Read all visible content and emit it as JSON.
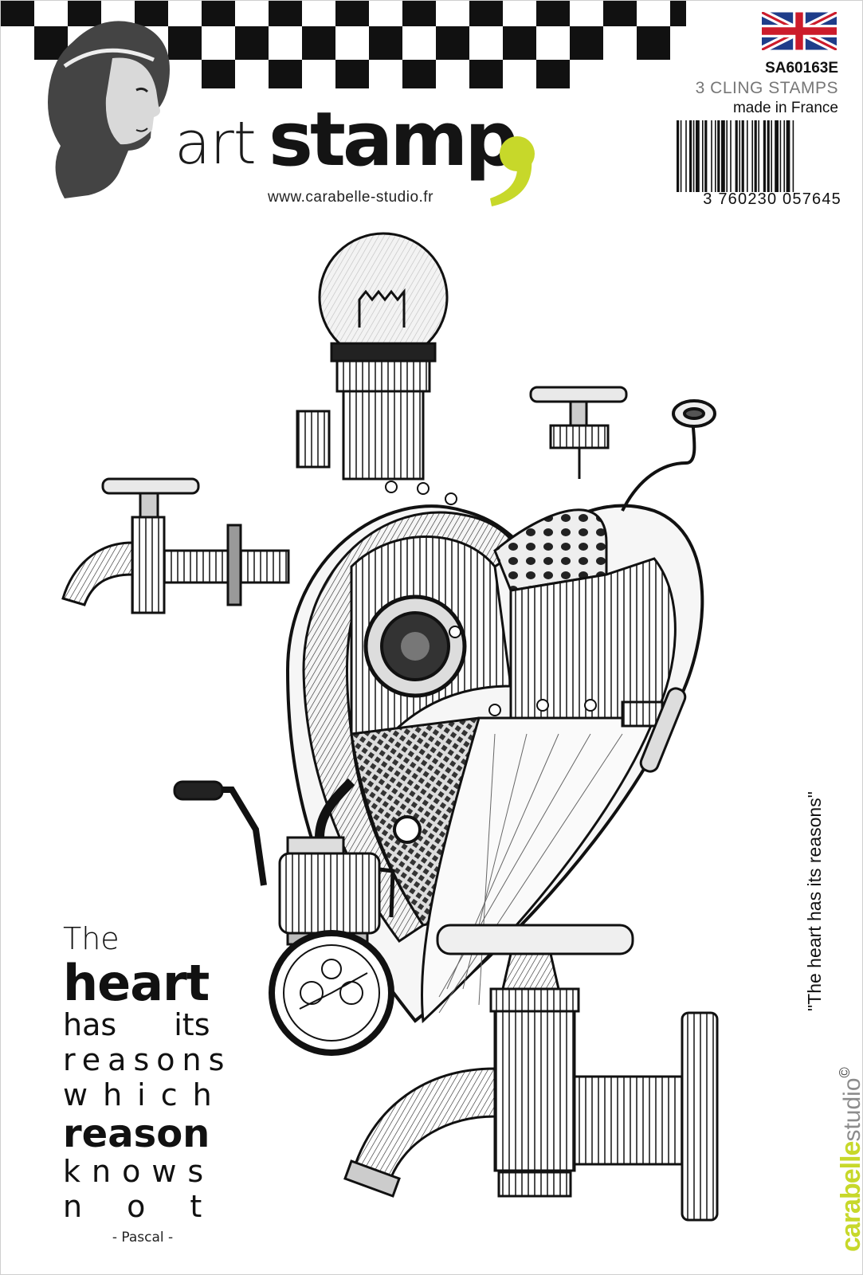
{
  "brand": {
    "art": "art",
    "stamp": "stamp",
    "url": "www.carabelle-studio.fr",
    "accent_color": "#c7d82a"
  },
  "product": {
    "sku": "SA60163E",
    "type": "3 CLING STAMPS",
    "origin": "made in France",
    "barcode_number": "3 760230 057645",
    "flag_icon": "uk-flag-icon"
  },
  "quote": {
    "lines": [
      "The",
      "heart",
      "has its",
      "reasons",
      "which",
      "reason",
      "knows",
      "not"
    ],
    "author": "- Pascal -"
  },
  "side_title": "\"The heart has its reasons\"",
  "signature": {
    "carabelle": "carabelle",
    "studio": "studio",
    "copyright": "©"
  },
  "icons": [
    "checkerboard-icon",
    "woman-portrait-icon",
    "mechanical-heart-icon",
    "faucet-icon",
    "stopwatch-icon",
    "light-bulb-icon"
  ]
}
